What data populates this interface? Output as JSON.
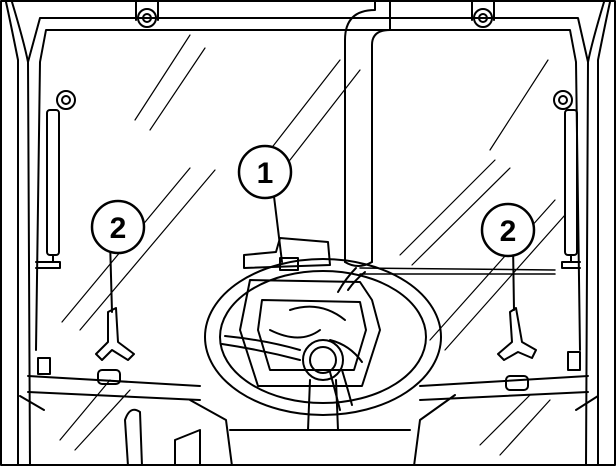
{
  "callouts": [
    {
      "label": "1"
    },
    {
      "label": "2"
    },
    {
      "label": "2"
    }
  ],
  "colors": {
    "line": "#000000",
    "background": "#ffffff"
  }
}
